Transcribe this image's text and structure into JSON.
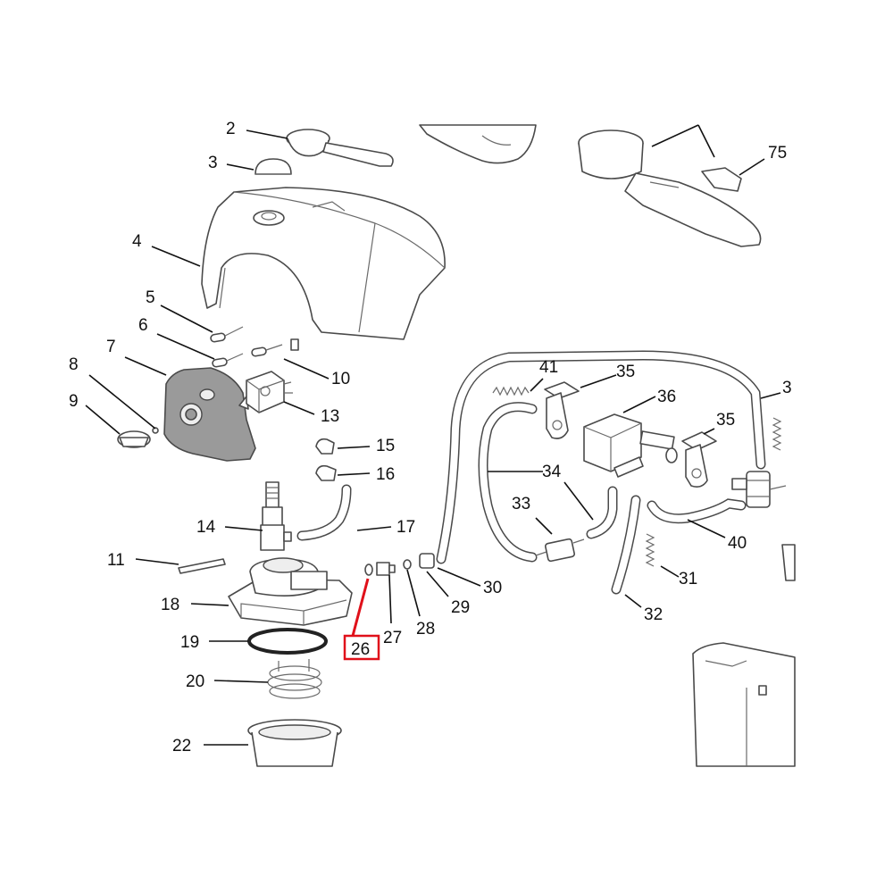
{
  "diagram": {
    "labels": {
      "l2": "2",
      "l3": "3",
      "l4": "4",
      "l5": "5",
      "l6": "6",
      "l7": "7",
      "l8": "8",
      "l9": "9",
      "l10": "10",
      "l11": "11",
      "l13": "13",
      "l14": "14",
      "l15": "15",
      "l16": "16",
      "l17": "17",
      "l18": "18",
      "l19": "19",
      "l20": "20",
      "l22": "22",
      "l26": "26",
      "l27": "27",
      "l28": "28",
      "l29": "29",
      "l30": "30",
      "l31": "31",
      "l32": "32",
      "l33": "33",
      "l34": "34",
      "l35a": "35",
      "l35b": "35",
      "l36": "36",
      "l37": "3",
      "l40": "40",
      "l41": "41",
      "l75": "75"
    },
    "highlighted_part": "26",
    "highlight_color": "#e0101a",
    "line_color": "#4a4a4a"
  }
}
